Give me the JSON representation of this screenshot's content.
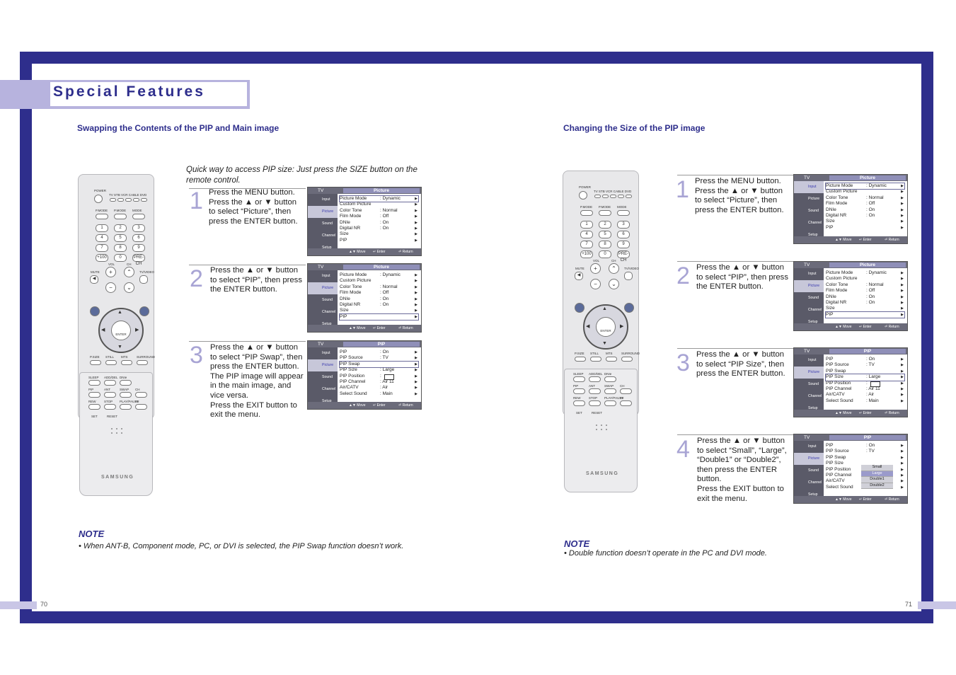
{
  "page_title": "Special Features",
  "left": {
    "heading": "Swapping the Contents of the PIP and Main image",
    "intro": "Quick way to access PIP size: Just press the SIZE button on the remote control.",
    "steps": [
      {
        "num": "1",
        "text": "Press the MENU button.\nPress the ▲ or ▼ button to select “Picture”, then press the ENTER button."
      },
      {
        "num": "2",
        "text": "Press the ▲ or ▼ button to select “PIP”, then press the ENTER button."
      },
      {
        "num": "3",
        "text": "Press the ▲ or ▼ button to select “PIP Swap”, then press the ENTER button.\nThe PIP image will appear in the main image, and vice versa.\nPress the EXIT button to exit the menu."
      }
    ],
    "note_heading": "NOTE",
    "note_text": "•   When ANT-B, Component mode, PC, or DVI is selected, the PIP Swap function doesn’t work.",
    "page_number": "70"
  },
  "right": {
    "heading": "Changing the Size of the PIP image",
    "steps": [
      {
        "num": "1",
        "text": "Press the MENU button.\nPress the ▲ or ▼ button to select “Picture”, then press the ENTER button."
      },
      {
        "num": "2",
        "text": "Press the ▲ or ▼ button to select “PIP”, then press the ENTER button."
      },
      {
        "num": "3",
        "text": "Press the ▲ or ▼ button to select “PIP Size”, then press the ENTER button."
      },
      {
        "num": "4",
        "text": "Press the ▲ or ▼ button to select “Small”, “Large”, “Double1” or “Double2”, then press the ENTER button.\nPress the EXIT button to exit the menu."
      }
    ],
    "note_heading": "NOTE",
    "note_text": "•   Double function doesn’t operate in the PC and DVI mode.",
    "page_number": "71"
  },
  "osd": {
    "tv_label": "TV",
    "side_items": [
      "Input",
      "Picture",
      "Sound",
      "Channel",
      "Setup"
    ],
    "footer": {
      "move": "Move",
      "enter": "Enter",
      "return": "Return"
    },
    "picture_menu": {
      "title": "Picture",
      "rows": [
        {
          "label": "Picture Mode",
          "value": ": Dynamic"
        },
        {
          "label": "Custom Picture",
          "value": ""
        },
        {
          "label": "Color Tone",
          "value": ": Normal"
        },
        {
          "label": "Film Mode",
          "value": ": Off"
        },
        {
          "label": "DNIe",
          "value": ": On"
        },
        {
          "label": "Digital NR",
          "value": ": On"
        },
        {
          "label": "Size",
          "value": ""
        },
        {
          "label": "PIP",
          "value": ""
        }
      ]
    },
    "pip_menu_left": {
      "title": "PIP",
      "rows": [
        {
          "label": "PIP",
          "value": ": On"
        },
        {
          "label": "PIP Source",
          "value": ": TV"
        },
        {
          "label": "PIP Swap",
          "value": ""
        },
        {
          "label": "PIP Size",
          "value": ": Large"
        },
        {
          "label": "PIP Position",
          "value": ":"
        },
        {
          "label": "PIP Channel",
          "value": ": Air 11"
        },
        {
          "label": "Air/CATV",
          "value": ": Air"
        },
        {
          "label": "Select Sound",
          "value": ": Main"
        }
      ]
    },
    "pip_menu_right": {
      "title": "PIP",
      "rows": [
        {
          "label": "PIP",
          "value": ": On"
        },
        {
          "label": "PIP Source",
          "value": ": TV"
        },
        {
          "label": "PIP Swap",
          "value": ""
        },
        {
          "label": "PIP Size",
          "value": ": Large"
        },
        {
          "label": "PIP Position",
          "value": ":"
        },
        {
          "label": "PIP Channel",
          "value": ": Air 11"
        },
        {
          "label": "Air/CATV",
          "value": ": Air"
        },
        {
          "label": "Select Sound",
          "value": ": Main"
        }
      ]
    },
    "pip_menu_size": {
      "title": "PIP",
      "rows": [
        {
          "label": "PIP",
          "value": ": On"
        },
        {
          "label": "PIP Source",
          "value": ": TV"
        },
        {
          "label": "PIP Swap",
          "value": ""
        },
        {
          "label": "PIP Size",
          "value": ""
        },
        {
          "label": "PIP Position",
          "value": ""
        },
        {
          "label": "PIP Channel",
          "value": ""
        },
        {
          "label": "Air/CATV",
          "value": ": Air"
        },
        {
          "label": "Select Sound",
          "value": ": Main"
        }
      ],
      "size_options": [
        "Small",
        "Large",
        "Double1",
        "Double2"
      ]
    }
  },
  "remote": {
    "brand": "SAMSUNG",
    "power": "POWER",
    "modes": "TV  STB  VCR  CABLE  DVD",
    "digits": [
      "1",
      "2",
      "3",
      "4",
      "5",
      "6",
      "7",
      "8",
      "9",
      "+100",
      "0",
      "PRE-CH"
    ],
    "row_labels": [
      "P.MODE",
      "P.MODE",
      "MODE"
    ],
    "mute": "MUTE",
    "vol": "VOL",
    "ch": "CH",
    "tvvideo": "TV/VIDEO",
    "enter": "ENTER",
    "bottom_labels": [
      "P.SIZE",
      "STILL",
      "MTS",
      "SURROUND"
    ],
    "bottom2": [
      "SLEEP",
      "ADD/DEL",
      "DNIe",
      "PIP",
      "ANT",
      "SWAP",
      "CH",
      "REW",
      "STOP",
      "PLAY/PAUSE",
      "FF"
    ],
    "set": "SET",
    "reset": "RESET"
  },
  "colors": {
    "frame": "#2e2e8c",
    "accent": "#b7b3de",
    "step_number": "#a8a4d4"
  }
}
